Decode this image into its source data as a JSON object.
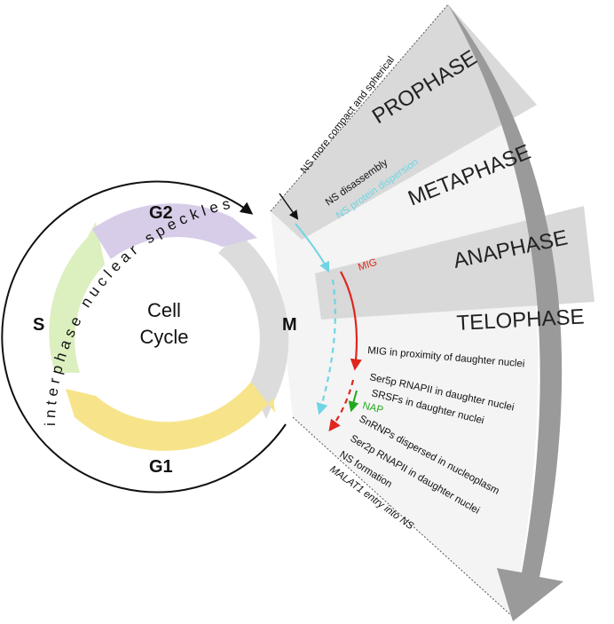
{
  "colors": {
    "g2": "#d8cde8",
    "s": "#dcefbf",
    "g1": "#f7e48a",
    "m": "#dcdcdc",
    "band_dark": "#d9d9d9",
    "band_light": "#f2f2f2",
    "outer_arrow": "#999999",
    "cyan": "#6fd5e3",
    "red": "#e0261d",
    "green": "#22a81f",
    "black": "#111111"
  },
  "cycle": {
    "center_title_1": "Cell",
    "center_title_2": "Cycle",
    "phases": {
      "g2": "G2",
      "s": "S",
      "g1": "G1",
      "m": "M"
    },
    "outer_label": "interphase nuclear speckles"
  },
  "mitosis": {
    "phases": [
      "PROPHASE",
      "METAPHASE",
      "ANAPHASE",
      "TELOPHASE"
    ],
    "events": {
      "prophase_compact": "NS more compact and spherical",
      "ns_disassembly": "NS disassembly",
      "ns_protein_dispersion": "NS protein dispersion",
      "mig": "MIG",
      "mig_proximity": "MIG in proximity of daughter nuclei",
      "ser5p": "Ser5p RNAPII in daughter nuclei",
      "srsfs": "SRSFs in daughter nuclei",
      "nap": "NAP",
      "snrnps": "SnRNPs dispersed in nucleoplasm",
      "ser2p": "Ser2p  RNAPII in daughter nuclei",
      "ns_formation": "NS formation",
      "malat1": "MALAT1 entry into NS"
    }
  }
}
